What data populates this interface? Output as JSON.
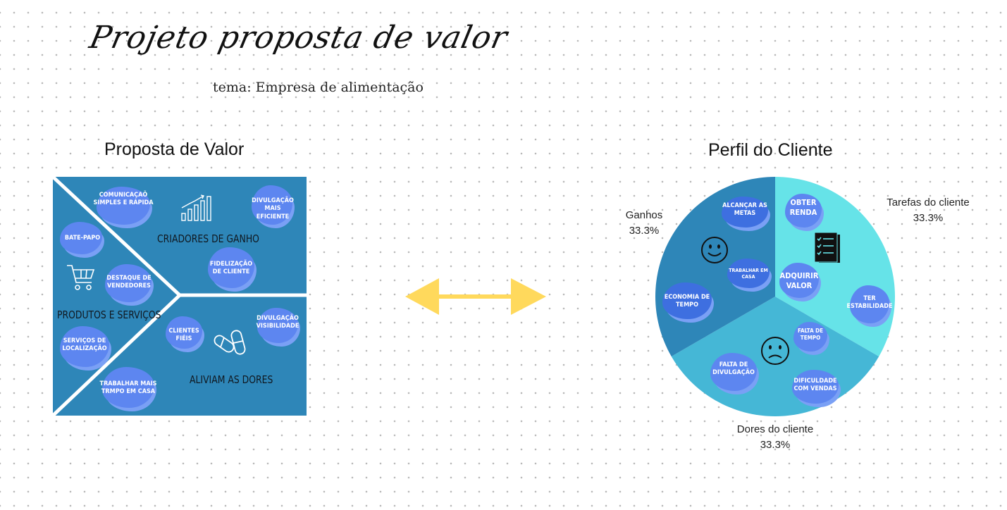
{
  "header": {
    "title": "Projeto proposta de valor",
    "subtitle": "tema: Empresa de alimentação"
  },
  "value_proposition": {
    "title": "Proposta de Valor",
    "gain_creators": "CRIADORES DE GANHO",
    "products_services": "PRODUTOS E SERVIÇOS",
    "pain_relievers": "ALIVIAM AS DORES",
    "notes": {
      "comunicacao": "COMUNICAÇAÕ\nSIMPLES E RÁPIDA",
      "divulgacao_eficiente": "DIVULGAÇÃO\nMAIS EFICIENTE",
      "bate_papo": "BATE-PAPO",
      "fidelizacao": "FIDELIZAÇÃO\nDE CLIENTE",
      "destaque": "DESTAQUE DE\nVENDEDORES",
      "divulgacao_visibilidade": "DIVULGAÇÃO\nVISIBILIDADE",
      "clientes_fieis": "CLIENTES\nFIÉIS",
      "servicos_localizacao": "SERVIÇOS DE\nLOCALIZAÇÃO",
      "trabalhar_mais": "TRABALHAR MAIS\nTRMPO EM CASA"
    },
    "icons": [
      "bar-chart-icon",
      "shopping-cart-icon",
      "pills-icon"
    ]
  },
  "arrow": {
    "color": "#ffd95c",
    "icon": "double-arrow-icon"
  },
  "customer_profile": {
    "title": "Perfil do Cliente",
    "segments": [
      {
        "name": "Tarefas do cliente",
        "percent": "33.3%",
        "color": "#66e3e8"
      },
      {
        "name": "Dores do cliente",
        "percent": "33.3%",
        "color": "#45b7d6"
      },
      {
        "name": "Ganhos",
        "percent": "33.3%",
        "color": "#2e86b8"
      }
    ],
    "notes": {
      "alcancar": "ALCANÇAR AS\nMETAS",
      "obter_renda": "OBTER\nRENDA",
      "trabalhar_casa": "TRABALHAR EM\nCASA",
      "adquirir_valor": "ADQUIRIR\nVALOR",
      "economia": "ECONOMIA DE\nTEMPO",
      "ter_estabilidade": "TER\nESTABILIDADE",
      "falta_tempo": "FALTA DE\nTEMPO",
      "falta_divulgacao": "FALTA DE\nDIVULGAÇÃO",
      "dificuldade": "DIFICULDADE\nCOM VENDAS"
    },
    "icons": [
      "smiley-icon",
      "frown-icon",
      "checklist-icon"
    ]
  },
  "chart_data": {
    "type": "pie",
    "categories": [
      "Tarefas do cliente",
      "Dores do cliente",
      "Ganhos"
    ],
    "values": [
      33.3,
      33.3,
      33.3
    ],
    "title": "Perfil do Cliente"
  }
}
